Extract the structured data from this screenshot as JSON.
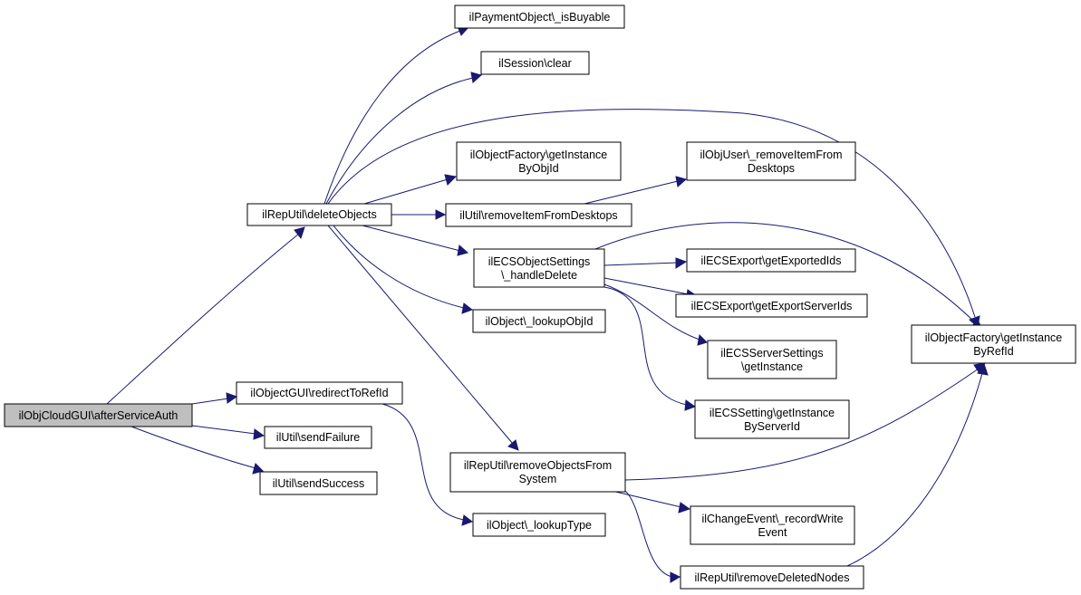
{
  "graph": {
    "colors": {
      "edge": "#191970",
      "root_fill": "#bfbfbf",
      "node_fill": "#ffffff",
      "border": "#000000"
    },
    "nodes": {
      "after_service_auth": {
        "lines": [
          "ilObjCloudGUI\\afterServiceAuth"
        ]
      },
      "delete_objects": {
        "lines": [
          "ilRepUtil\\deleteObjects"
        ]
      },
      "redirect_to_ref_id": {
        "lines": [
          "ilObjectGUI\\redirectToRefId"
        ]
      },
      "send_failure": {
        "lines": [
          "ilUtil\\sendFailure"
        ]
      },
      "send_success": {
        "lines": [
          "ilUtil\\sendSuccess"
        ]
      },
      "is_buyable": {
        "lines": [
          "ilPaymentObject\\_isBuyable"
        ]
      },
      "session_clear": {
        "lines": [
          "ilSession\\clear"
        ]
      },
      "get_instance_by_obj_id": {
        "lines": [
          "ilObjectFactory\\getInstance",
          "ByObjId"
        ]
      },
      "remove_item_from_desktops": {
        "lines": [
          "ilUtil\\removeItemFromDesktops"
        ]
      },
      "handle_delete": {
        "lines": [
          "ilECSObjectSettings",
          "\\_handleDelete"
        ]
      },
      "lookup_obj_id": {
        "lines": [
          "ilObject\\_lookupObjId"
        ]
      },
      "remove_objects_from_system": {
        "lines": [
          "ilRepUtil\\removeObjectsFrom",
          "System"
        ]
      },
      "lookup_type": {
        "lines": [
          "ilObject\\_lookupType"
        ]
      },
      "obj_user_remove_item": {
        "lines": [
          "ilObjUser\\_removeItemFrom",
          "Desktops"
        ]
      },
      "get_exported_ids": {
        "lines": [
          "ilECSExport\\getExportedIds"
        ]
      },
      "get_export_server_ids": {
        "lines": [
          "ilECSExport\\getExportServerIds"
        ]
      },
      "server_settings_get_instance": {
        "lines": [
          "ilECSServerSettings",
          "\\getInstance"
        ]
      },
      "setting_get_instance": {
        "lines": [
          "ilECSSetting\\getInstance",
          "ByServerId"
        ]
      },
      "record_write_event": {
        "lines": [
          "ilChangeEvent\\_recordWrite",
          "Event"
        ]
      },
      "remove_deleted_nodes": {
        "lines": [
          "ilRepUtil\\removeDeletedNodes"
        ]
      },
      "get_instance_by_ref_id": {
        "lines": [
          "ilObjectFactory\\getInstance",
          "ByRefId"
        ]
      }
    }
  }
}
